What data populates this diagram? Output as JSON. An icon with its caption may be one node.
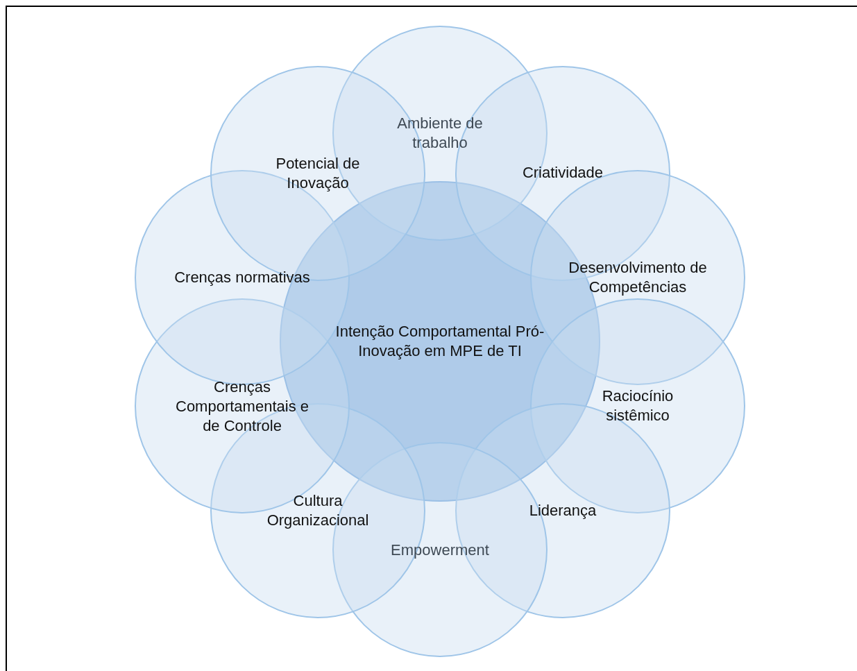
{
  "diagram": {
    "nodes": [
      {
        "text": [
          "Intenção Comportamental Pró-Inovação em MPE de TI"
        ]
      },
      {
        "text": [
          "Ambiente de trabalho"
        ]
      },
      {
        "text": [
          "Criatividade"
        ]
      },
      {
        "text": [
          "Desenvolvimento de Competências"
        ]
      },
      {
        "text": [
          "Raciocínio sistêmico"
        ]
      },
      {
        "text": [
          "Liderança"
        ]
      },
      {
        "text": [
          "Empowerment"
        ]
      },
      {
        "text": [
          "Cultura Organizacional"
        ]
      },
      {
        "text": [
          "Crenças Comportamentais e de Controle"
        ]
      },
      {
        "text": [
          "Crenças normativas"
        ]
      },
      {
        "text": [
          "Potencial de Inovação"
        ]
      }
    ]
  }
}
